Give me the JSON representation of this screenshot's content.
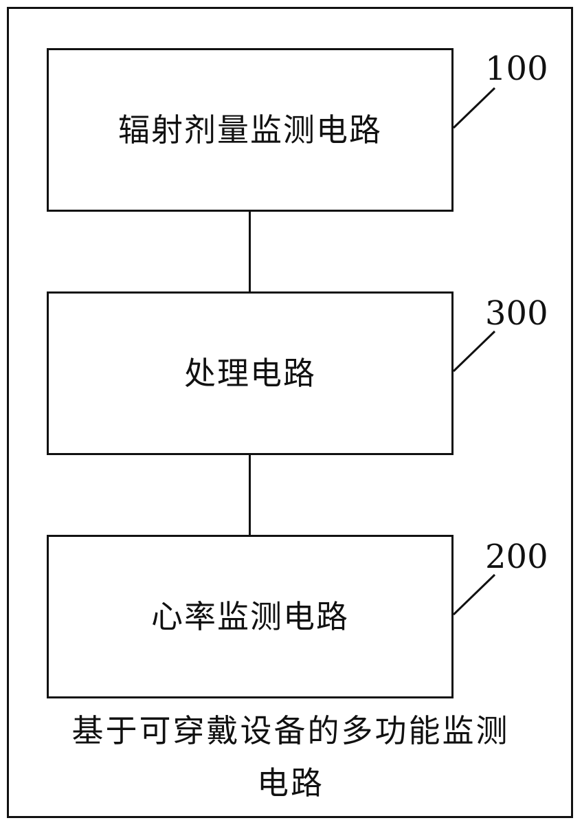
{
  "blocks": [
    {
      "label": "辐射剂量监测电路",
      "ref": "100"
    },
    {
      "label": "处理电路",
      "ref": "300"
    },
    {
      "label": "心率监测电路",
      "ref": "200"
    }
  ],
  "caption": {
    "line1": "基于可穿戴设备的多功能监测",
    "line2": "电路"
  },
  "colors": {
    "stroke": "#111111",
    "background": "#ffffff"
  }
}
